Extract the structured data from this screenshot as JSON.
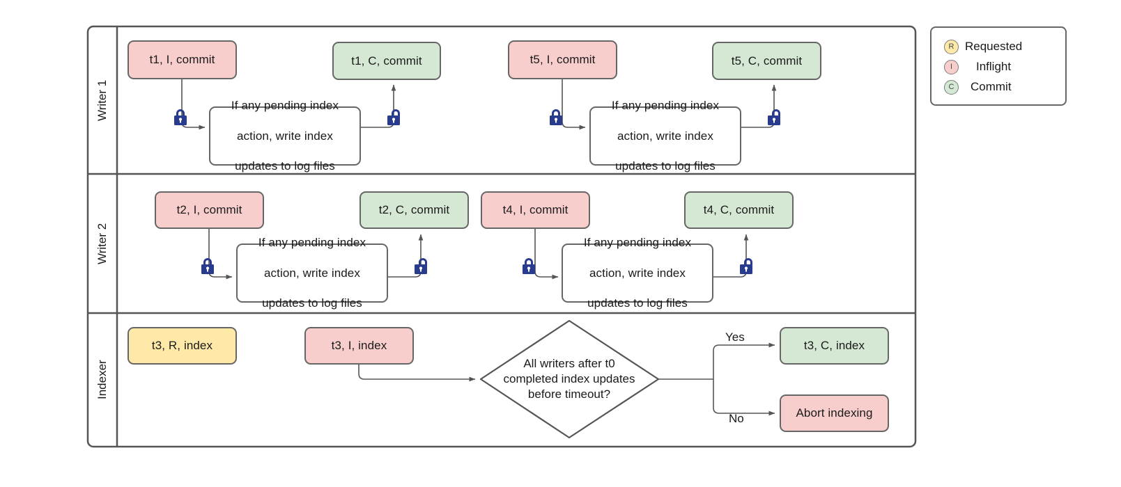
{
  "diagram": {
    "type": "swimlane-flowchart",
    "title": "Writer / Indexer index update coordination",
    "colors": {
      "inflight_pink": "#f8cecc",
      "commit_green": "#d5e8d4",
      "requested_yellow": "#ffe9a8",
      "process_white": "#ffffff",
      "stroke_gray": "#666666",
      "lock_navy": "#293b8c",
      "text_dark": "#1a1a1a"
    },
    "lanes": [
      {
        "id": "writer1",
        "label": "Writer 1"
      },
      {
        "id": "writer2",
        "label": "Writer 2"
      },
      {
        "id": "indexer",
        "label": "Indexer"
      }
    ]
  },
  "nodes": {
    "w1_t1_inflight": {
      "label": "t1, I, commit",
      "state": "Inflight",
      "fill": "pink"
    },
    "w1_t1_commit": {
      "label": "t1, C, commit",
      "state": "Commit",
      "fill": "green"
    },
    "w1_t5_inflight": {
      "label": "t5, I, commit",
      "state": "Inflight",
      "fill": "pink"
    },
    "w1_t5_commit": {
      "label": "t5, C, commit",
      "state": "Commit",
      "fill": "green"
    },
    "w1_proc_left": {
      "label": "If any pending index action, write index updates to log files",
      "fill": "white"
    },
    "w1_proc_right": {
      "label": "If any pending index action, write index updates to log files",
      "fill": "white"
    },
    "w2_t2_inflight": {
      "label": "t2, I, commit",
      "state": "Inflight",
      "fill": "pink"
    },
    "w2_t2_commit": {
      "label": "t2, C, commit",
      "state": "Commit",
      "fill": "green"
    },
    "w2_t4_inflight": {
      "label": "t4, I, commit",
      "state": "Inflight",
      "fill": "pink"
    },
    "w2_t4_commit": {
      "label": "t4, C, commit",
      "state": "Commit",
      "fill": "green"
    },
    "w2_proc_left": {
      "label": "If any pending index action, write index updates to log files",
      "fill": "white"
    },
    "w2_proc_right": {
      "label": "If any pending index action, write index updates to log files",
      "fill": "white"
    },
    "ix_t3_requested": {
      "label": "t3, R, index",
      "state": "Requested",
      "fill": "yellow"
    },
    "ix_t3_inflight": {
      "label": "t3, I, index",
      "state": "Inflight",
      "fill": "pink"
    },
    "ix_decision": {
      "label": "All writers after t0 completed index updates before timeout?",
      "shape": "diamond"
    },
    "ix_t3_commit": {
      "label": "t3, C, index",
      "state": "Commit",
      "fill": "green"
    },
    "ix_abort": {
      "label": "Abort indexing",
      "fill": "pink"
    }
  },
  "process_text_lines": [
    "If any pending index",
    "action, write index",
    "updates to log files"
  ],
  "decision_text_lines": [
    "All writers after t0",
    "completed index updates",
    "before timeout?"
  ],
  "edge_labels": {
    "yes": "Yes",
    "no": "No"
  },
  "icons": {
    "lock_closed": "lock-closed-icon",
    "lock_open": "lock-open-icon"
  },
  "legend": {
    "items": [
      {
        "badge": "R",
        "label": "Requested",
        "color": "#ffe9a8"
      },
      {
        "badge": "I",
        "label": "Inflight",
        "color": "#f8cecc"
      },
      {
        "badge": "C",
        "label": "Commit",
        "color": "#d5e8d4"
      }
    ]
  }
}
